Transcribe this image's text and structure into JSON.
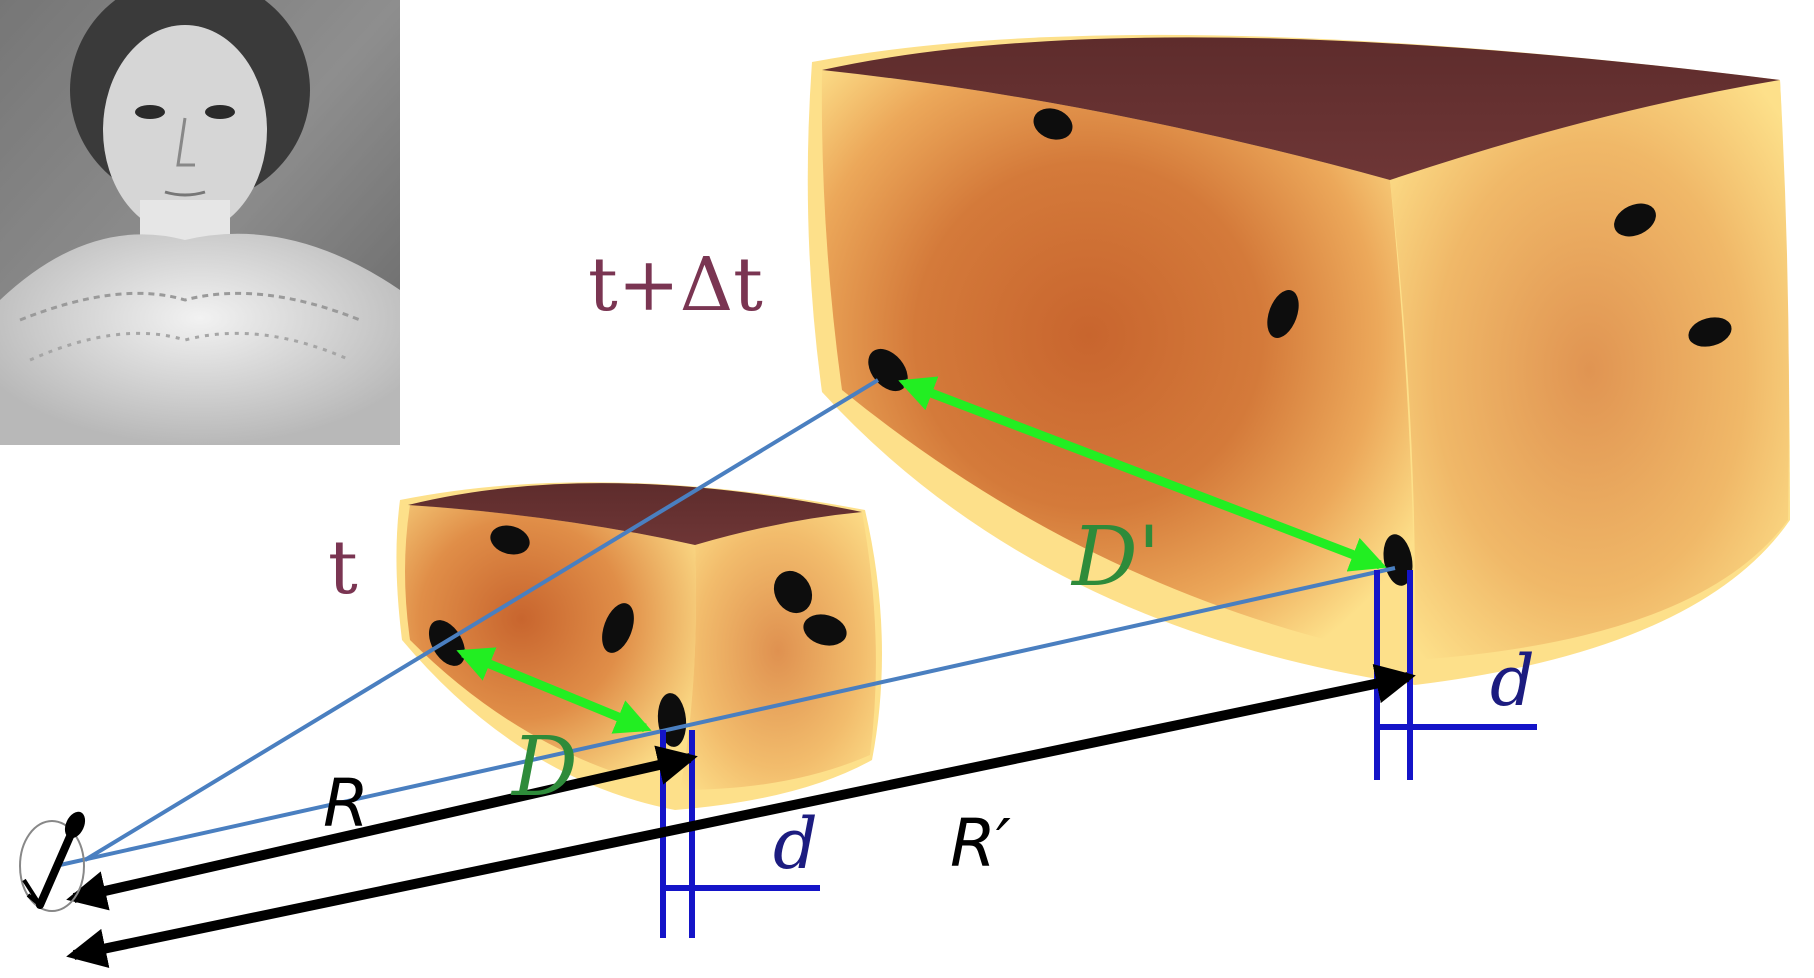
{
  "labels": {
    "time_small": "t",
    "time_large": "t+Δt",
    "distance_small": "D",
    "distance_large": "D'",
    "radius_small": "R",
    "radius_large": "R′",
    "d_small": "d",
    "d_large": "d"
  },
  "colors": {
    "time_label": "#7a3552",
    "distance_arrow": "#22ee22",
    "distance_label": "#2e8b3a",
    "sight_line": "#4a7fc0",
    "radius_arrow": "#000000",
    "d_marker": "#1414c8",
    "crust": "#6a3232",
    "dough_light": "#fde08a",
    "dough_dark": "#cc6a33",
    "raisin": "#0d0d0d"
  },
  "icons": {
    "portrait": "portrait-photo",
    "observer": "observer-icon"
  }
}
